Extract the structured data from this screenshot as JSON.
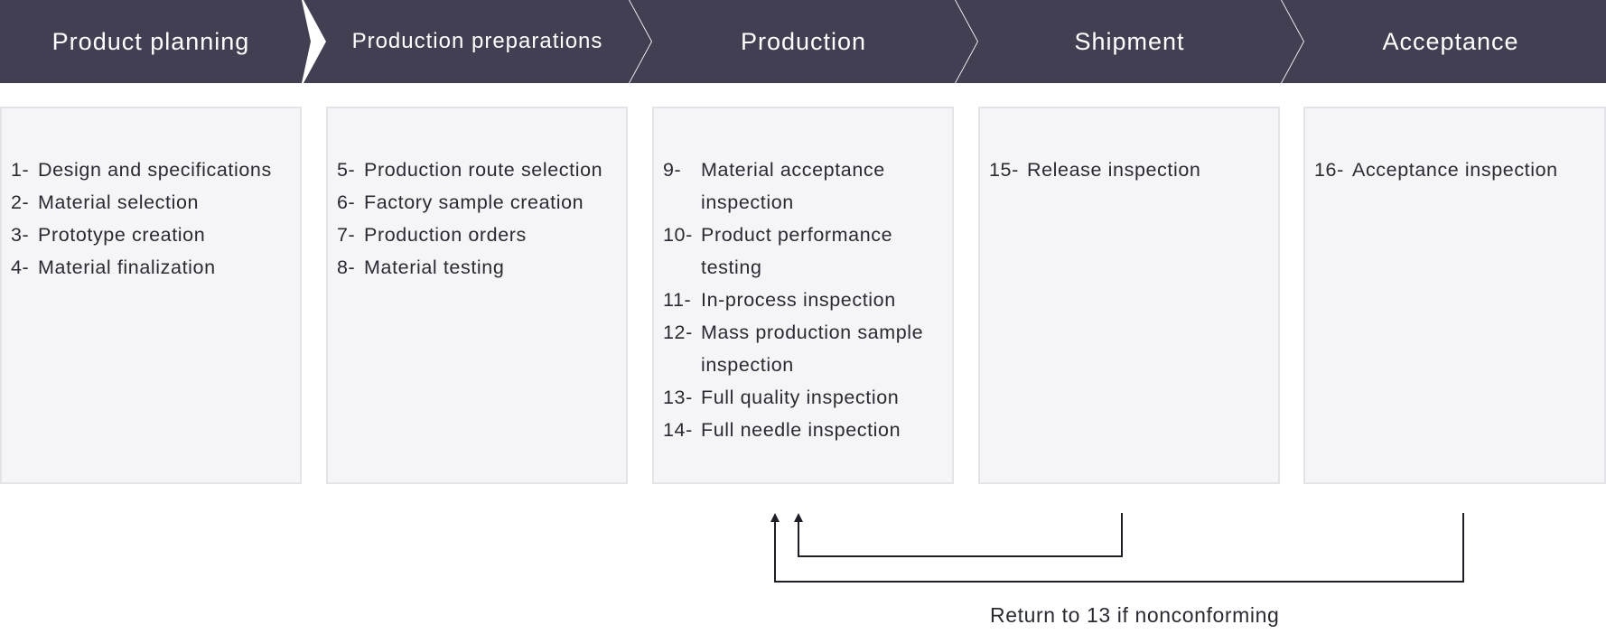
{
  "stages": [
    {
      "label": "Product planning"
    },
    {
      "label": "Production preparations"
    },
    {
      "label": "Production"
    },
    {
      "label": "Shipment"
    },
    {
      "label": "Acceptance"
    }
  ],
  "boxes": [
    {
      "steps": [
        {
          "num": "1-",
          "text": "Design and specifications"
        },
        {
          "num": "2-",
          "text": "Material selection"
        },
        {
          "num": "3-",
          "text": "Prototype creation"
        },
        {
          "num": "4-",
          "text": "Material finalization"
        }
      ]
    },
    {
      "steps": [
        {
          "num": "5-",
          "text": "Production route selection"
        },
        {
          "num": "6-",
          "text": "Factory sample creation"
        },
        {
          "num": "7-",
          "text": "Production orders"
        },
        {
          "num": "8-",
          "text": "Material testing"
        }
      ]
    },
    {
      "steps": [
        {
          "num": "9-",
          "text": "Material acceptance inspection"
        },
        {
          "num": "10-",
          "text": "Product performance testing"
        },
        {
          "num": "11-",
          "text": "In-process inspection"
        },
        {
          "num": "12-",
          "text": "Mass production sample inspection"
        },
        {
          "num": "13-",
          "text": "Full quality inspection"
        },
        {
          "num": "14-",
          "text": "Full needle inspection"
        }
      ]
    },
    {
      "steps": [
        {
          "num": "15-",
          "text": "Release inspection"
        }
      ]
    },
    {
      "steps": [
        {
          "num": "16-",
          "text": "Acceptance inspection"
        }
      ]
    }
  ],
  "feedback": {
    "note": "Return to 13 if nonconforming"
  },
  "colors": {
    "header_bg": "#423f52",
    "box_bg": "#f5f5f8",
    "box_border": "#e3e3e9",
    "text": "#2b2a33"
  }
}
